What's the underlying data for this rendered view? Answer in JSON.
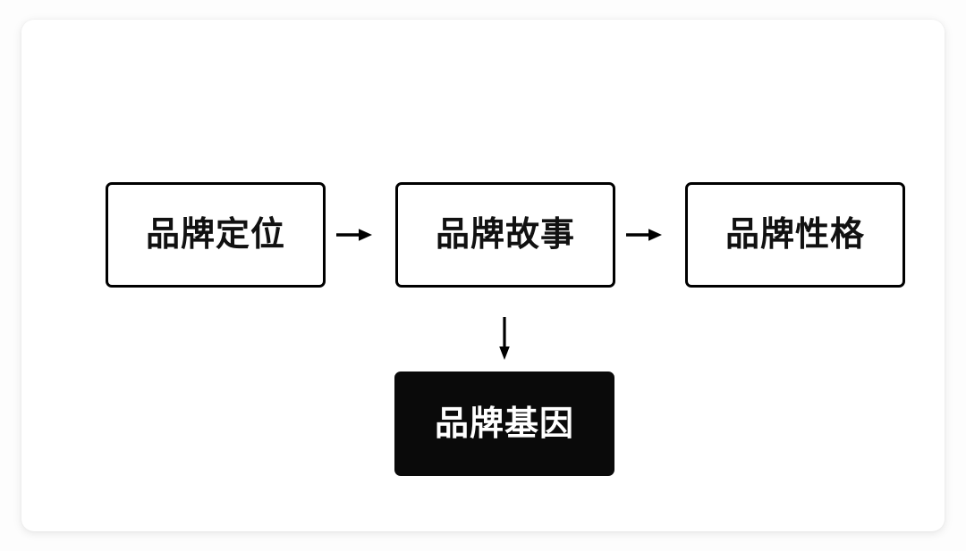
{
  "diagram": {
    "title": "",
    "background_color": "#fdfdfd",
    "card_color": "#ffffff",
    "accent_color": "#000000",
    "nodes": [
      {
        "id": "positioning",
        "label": "品牌定位",
        "style": "outline",
        "fill": "#ffffff",
        "text_color": "#111111"
      },
      {
        "id": "story",
        "label": "品牌故事",
        "style": "outline",
        "fill": "#ffffff",
        "text_color": "#111111"
      },
      {
        "id": "personality",
        "label": "品牌性格",
        "style": "outline",
        "fill": "#ffffff",
        "text_color": "#111111"
      },
      {
        "id": "gene",
        "label": "品牌基因",
        "style": "filled",
        "fill": "#0a0a0a",
        "text_color": "#ffffff"
      }
    ],
    "connectors": [
      {
        "id": "positioning-to-story",
        "from": "positioning",
        "to": "story",
        "direction": "right",
        "glyph": "→"
      },
      {
        "id": "story-to-personality",
        "from": "story",
        "to": "personality",
        "direction": "right",
        "glyph": "→"
      },
      {
        "id": "story-to-gene",
        "from": "story",
        "to": "gene",
        "direction": "down",
        "glyph": "↓"
      }
    ]
  }
}
